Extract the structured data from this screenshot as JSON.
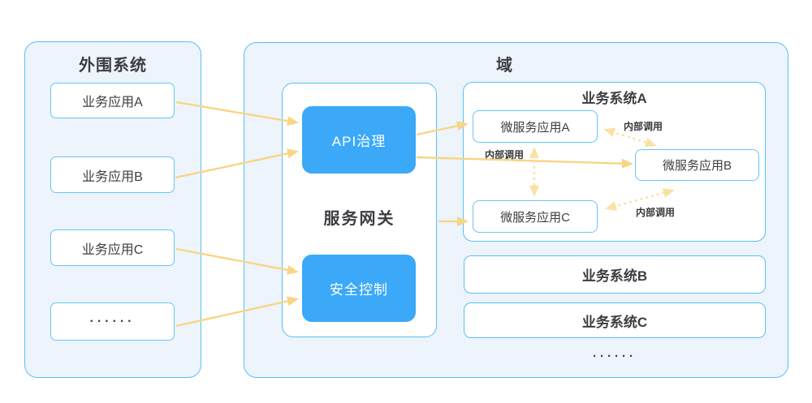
{
  "colors": {
    "panel_fill": "#EDF4FC",
    "panel_border": "#58BFF8",
    "inner_box_border": "#67C4F8",
    "module_fill": "#3BA9F7",
    "module_text": "#FFFFFF",
    "arrow_solid": "#F8D584",
    "arrow_dashed": "#FAE2A4",
    "text": "#3D3D42"
  },
  "peripheral": {
    "title": "外围系统",
    "items": [
      {
        "label": "业务应用A"
      },
      {
        "label": "业务应用B"
      },
      {
        "label": "业务应用C"
      },
      {
        "label": "······"
      }
    ]
  },
  "domain": {
    "title": "域",
    "gateway": {
      "title": "服务网关",
      "modules": [
        {
          "label": "API治理"
        },
        {
          "label": "安全控制"
        }
      ]
    },
    "system_a": {
      "title": "业务系统A",
      "services": [
        {
          "label": "微服务应用A"
        },
        {
          "label": "微服务应用B"
        },
        {
          "label": "微服务应用C"
        }
      ],
      "internal_call_label": "内部调用"
    },
    "systems": [
      {
        "label": "业务系统B"
      },
      {
        "label": "业务系统C"
      }
    ],
    "ellipsis": "······"
  }
}
